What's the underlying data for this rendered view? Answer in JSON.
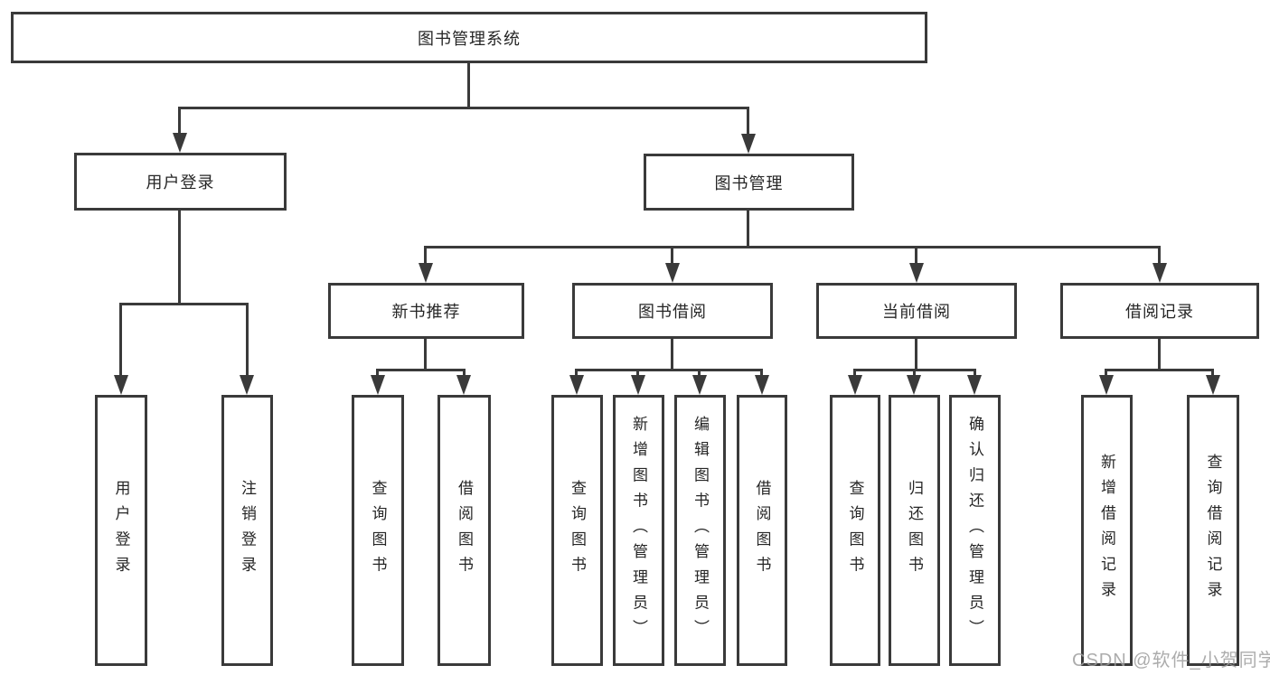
{
  "diagram": {
    "root": "图书管理系统",
    "level2": [
      {
        "label": "用户登录",
        "leaves": [
          "用户登录",
          "注销登录"
        ]
      },
      {
        "label": "图书管理",
        "children": [
          {
            "label": "新书推荐",
            "leaves": [
              "查询图书",
              "借阅图书"
            ]
          },
          {
            "label": "图书借阅",
            "leaves": [
              "查询图书",
              "新增图书（管理员）",
              "编辑图书（管理员）",
              "借阅图书"
            ]
          },
          {
            "label": "当前借阅",
            "leaves": [
              "查询图书",
              "归还图书",
              "确认归还（管理员）"
            ]
          },
          {
            "label": "借阅记录",
            "leaves": [
              "新增借阅记录",
              "查询借阅记录"
            ]
          }
        ]
      }
    ]
  },
  "watermark": "CSDN @软件_小贺同学",
  "colors": {
    "line": "#3a3a3a",
    "text": "#262626",
    "watermark": "#9e9e9e",
    "background": "#ffffff"
  }
}
